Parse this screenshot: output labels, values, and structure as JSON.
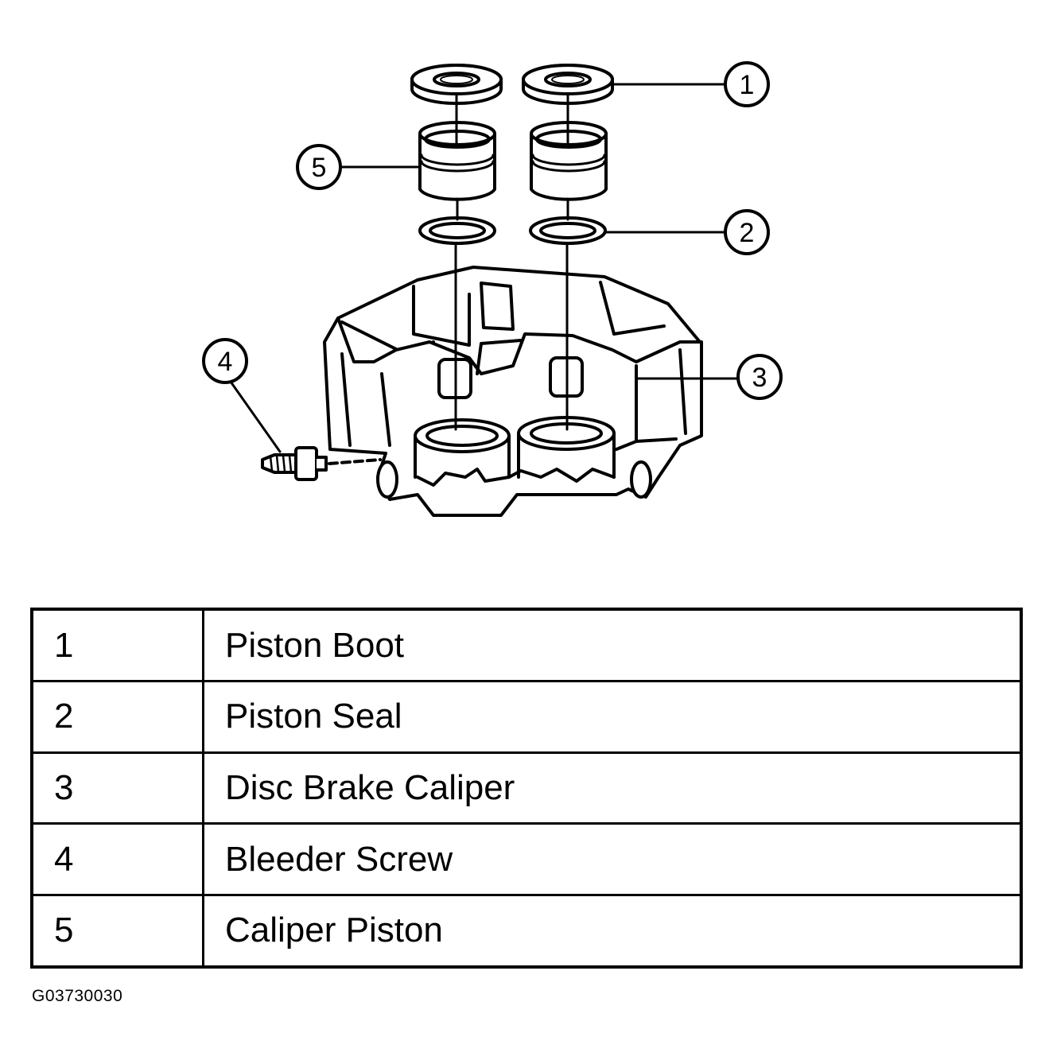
{
  "callouts": [
    {
      "number": "1",
      "target": "piston-boot"
    },
    {
      "number": "2",
      "target": "piston-seal"
    },
    {
      "number": "3",
      "target": "disc-brake-caliper"
    },
    {
      "number": "4",
      "target": "bleeder-screw"
    },
    {
      "number": "5",
      "target": "caliper-piston"
    }
  ],
  "legend": [
    {
      "number": "1",
      "label": "Piston Boot"
    },
    {
      "number": "2",
      "label": "Piston Seal"
    },
    {
      "number": "3",
      "label": "Disc Brake Caliper"
    },
    {
      "number": "4",
      "label": "Bleeder Screw"
    },
    {
      "number": "5",
      "label": "Caliper Piston"
    }
  ],
  "figure_id": "G03730030"
}
